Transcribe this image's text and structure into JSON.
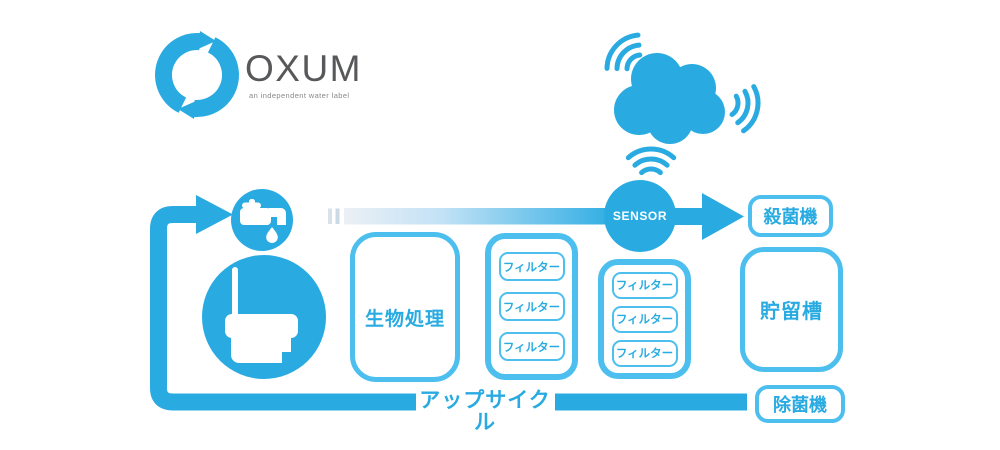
{
  "colors": {
    "primary_blue": "#29ABE2",
    "box_border_blue": "#4CBFEF",
    "logo_text_gray": "#57585A",
    "tagline_gray": "#87898C",
    "flow_gradient_start": "#ECF0F5"
  },
  "logo": {
    "name": "OXUM",
    "tagline": "an independent water label",
    "icon": "recycle-ring-icon"
  },
  "cloud": {
    "icon": "cloud-icon",
    "wifi_icons": [
      "wifi-upper-left-icon",
      "wifi-right-icon",
      "wifi-above-sensor-icon"
    ]
  },
  "sensor": {
    "label": "SENSOR"
  },
  "stations": {
    "faucet_icon": "water-faucet",
    "toilet_icon": "toilet",
    "bio": {
      "label": "生物処理"
    },
    "filter_group_1": {
      "items": [
        "フィルター",
        "フィルター",
        "フィルター"
      ]
    },
    "filter_group_2": {
      "items": [
        "フィルター",
        "フィルター",
        "フィルター"
      ]
    },
    "sterilizer": {
      "label": "殺菌機"
    },
    "storage": {
      "label": "貯留槽"
    },
    "disinfector": {
      "label": "除菌機"
    }
  },
  "loop": {
    "label": "アップサイクル"
  }
}
